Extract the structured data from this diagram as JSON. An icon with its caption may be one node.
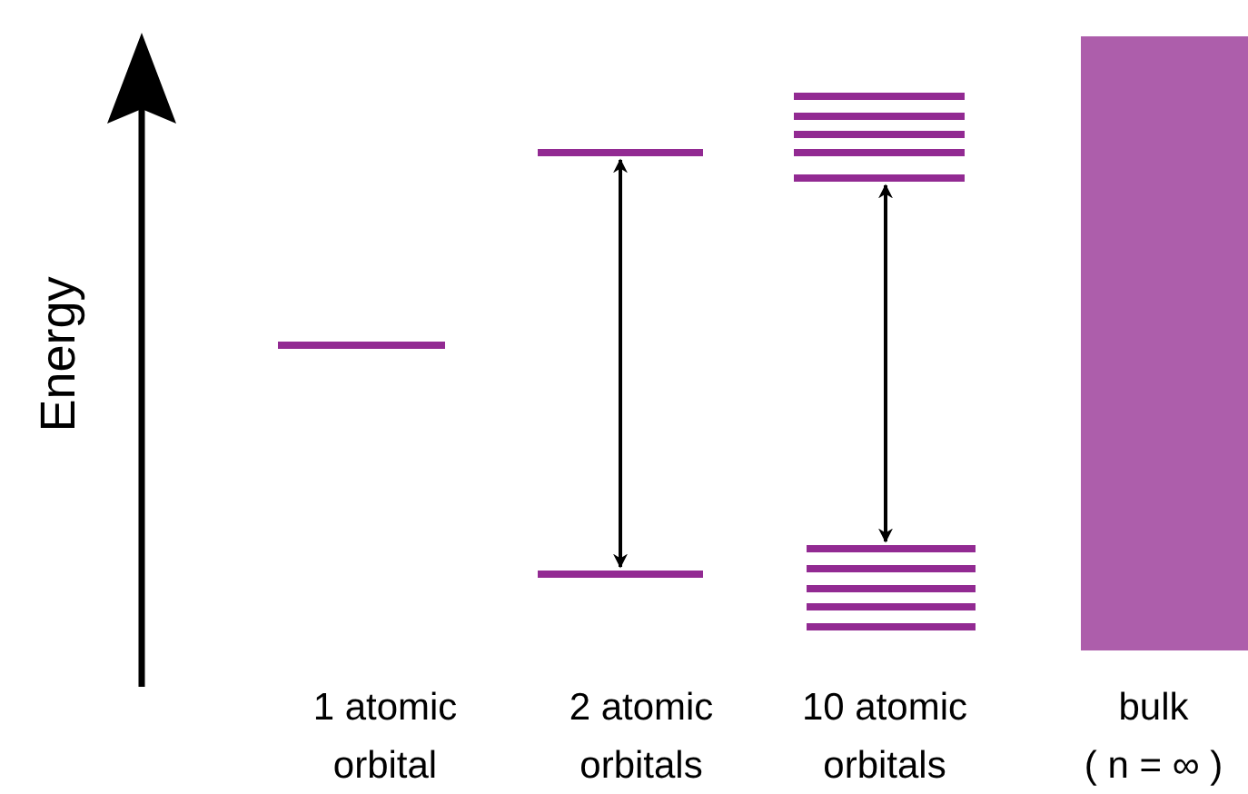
{
  "diagram": {
    "nodes": [
      {
        "text": [],
        "shape": "bar"
      },
      {
        "text": [],
        "shape": "bar"
      },
      {
        "text": [],
        "shape": "bar"
      },
      {
        "text": [],
        "shape": "bar"
      },
      {
        "text": [],
        "shape": "bar"
      },
      {
        "text": [],
        "shape": "box"
      }
    ],
    "edges": [
      {
        "from": 1,
        "to": 2,
        "arrow": "both"
      },
      {
        "from": 3,
        "to": 4,
        "arrow": "both"
      }
    ],
    "labels": [
      "Energy",
      "1 atomic orbital",
      "2 atomic orbitals",
      "10 atomic orbitals",
      "bulk",
      "( n = ∞ )"
    ]
  }
}
